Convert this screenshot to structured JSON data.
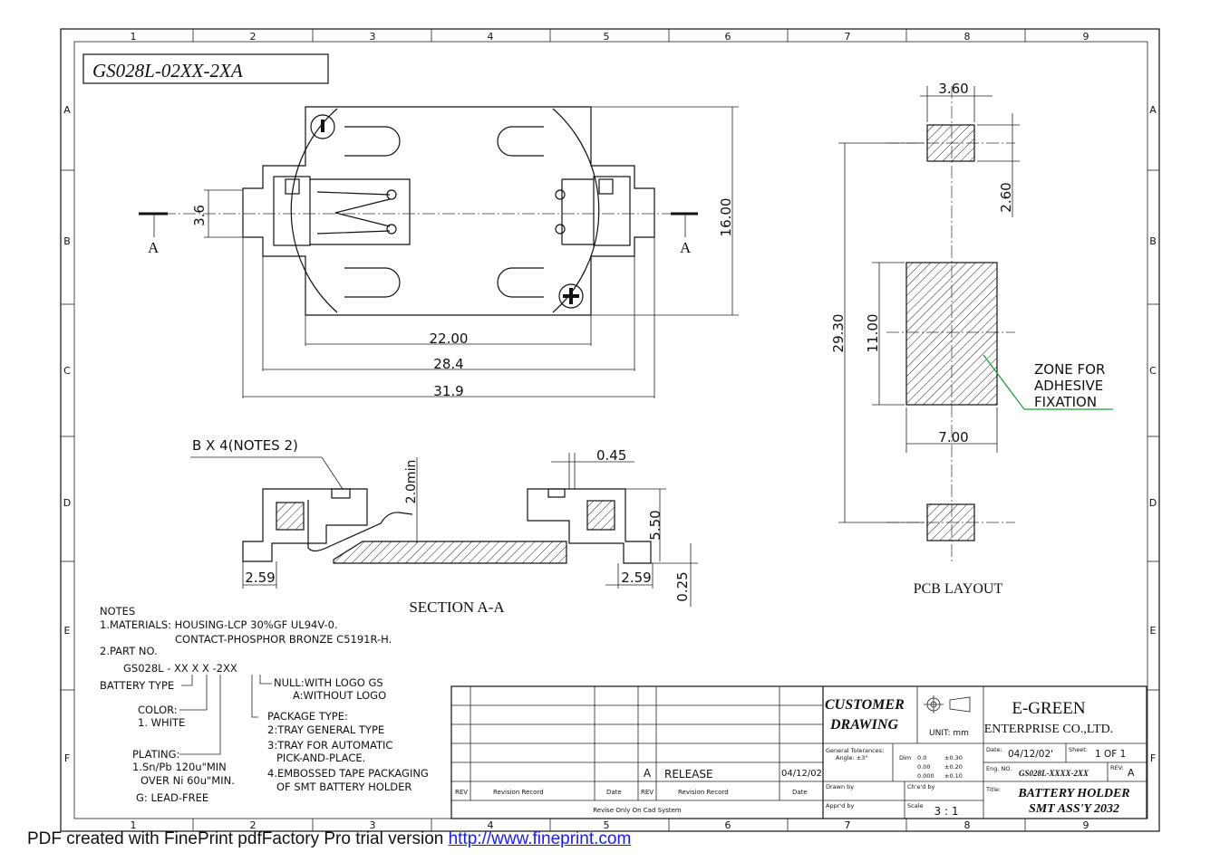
{
  "title_box": "GS028L-02XX-2XA",
  "grid": {
    "columns": [
      "1",
      "2",
      "3",
      "4",
      "5",
      "6",
      "7",
      "8",
      "9"
    ],
    "rows": [
      "A",
      "B",
      "C",
      "D",
      "E",
      "F"
    ]
  },
  "top_view": {
    "dims": {
      "height": "16.00",
      "pin_width": "3.6",
      "d22": "22.00",
      "d28": "28.4",
      "d31": "31.9"
    },
    "section_mark": "A",
    "minus": "−",
    "plus": "+"
  },
  "section": {
    "label": "SECTION A-A",
    "note_b": "B X 4(NOTES 2)",
    "dims": {
      "min": "2.0min",
      "gap": "0.45",
      "h": "5.50",
      "foot_l": "2.59",
      "foot_r": "2.59",
      "t": "0.25"
    }
  },
  "pcb": {
    "label": "PCB LAYOUT",
    "dims": {
      "w_top": "3.60",
      "h_top": "2.60",
      "total": "29.30",
      "zone_h": "11.00",
      "zone_w": "7.00"
    },
    "zone_label": [
      "ZONE FOR",
      "ADHESIVE",
      "FIXATION"
    ]
  },
  "notes": {
    "header": "NOTES",
    "materials": "1.MATERIALS: HOUSING-LCP 30%GF UL94V-0.",
    "contact": "CONTACT-PHOSPHOR BRONZE C5191R-H.",
    "part_no": "2.PART NO.",
    "code": "GS028L - XX X X -2XX",
    "battery_type": "BATTERY TYPE",
    "null_logo": "NULL:WITH LOGO GS",
    "without_logo": "A:WITHOUT LOGO",
    "color": "COLOR:",
    "white": "1. WHITE",
    "package": "PACKAGE TYPE:",
    "pkg2": "2:TRAY GENERAL TYPE",
    "pkg3a": "3:TRAY FOR AUTOMATIC",
    "pkg3b": "PICK-AND-PLACE.",
    "pkg4a": "4.EMBOSSED TAPE PACKAGING",
    "pkg4b": "OF SMT BATTERY HOLDER",
    "plating": "PLATING:",
    "plating1": "1.Sn/Pb 120u\"MIN",
    "plating1b": "OVER Ni 60u\"MIN.",
    "plating_g": "G: LEAD-FREE"
  },
  "title_block": {
    "rev_letter": "A",
    "release": "RELEASE",
    "release_date": "04/12/02",
    "col_rev": "REV",
    "col_record": "Revision Record",
    "col_date": "Date",
    "revise_note": "Revise Only On Cad System",
    "customer": "CUSTOMER",
    "drawing": "DRAWING",
    "unit": "UNIT: mm",
    "company1": "E-GREEN",
    "company2": "ENTERPRISE CO.,LTD.",
    "general_tol": "General Tolerances:",
    "angle": "Angle: ±3°",
    "dim_label": "Dim",
    "tol1a": "0.0",
    "tol1b": "±0.30",
    "tol2a": "0.00",
    "tol2b": "±0.20",
    "tol3a": "0.000",
    "tol3b": "±0.10",
    "date_label": "Date:",
    "date_val": "04/12/02'",
    "sheet_label": "Sheet:",
    "sheet_val": "1 OF 1",
    "rev_label": "REV:",
    "rev_val": "A",
    "eng_label": "Eng. NO.",
    "eng_val": "GS028L-XXXX-2XX",
    "drawn": "Drawn by",
    "checked": "Ch'e'd by",
    "title_label": "Title:",
    "title1": "BATTERY HOLDER",
    "title2": "SMT ASS'Y 2032",
    "apprd": "Appr'd by",
    "scale_label": "Scale",
    "scale_val": "3 : 1"
  },
  "footer": {
    "text": "PDF created with FinePrint pdfFactory Pro trial version ",
    "link": "http://www.fineprint.com"
  }
}
